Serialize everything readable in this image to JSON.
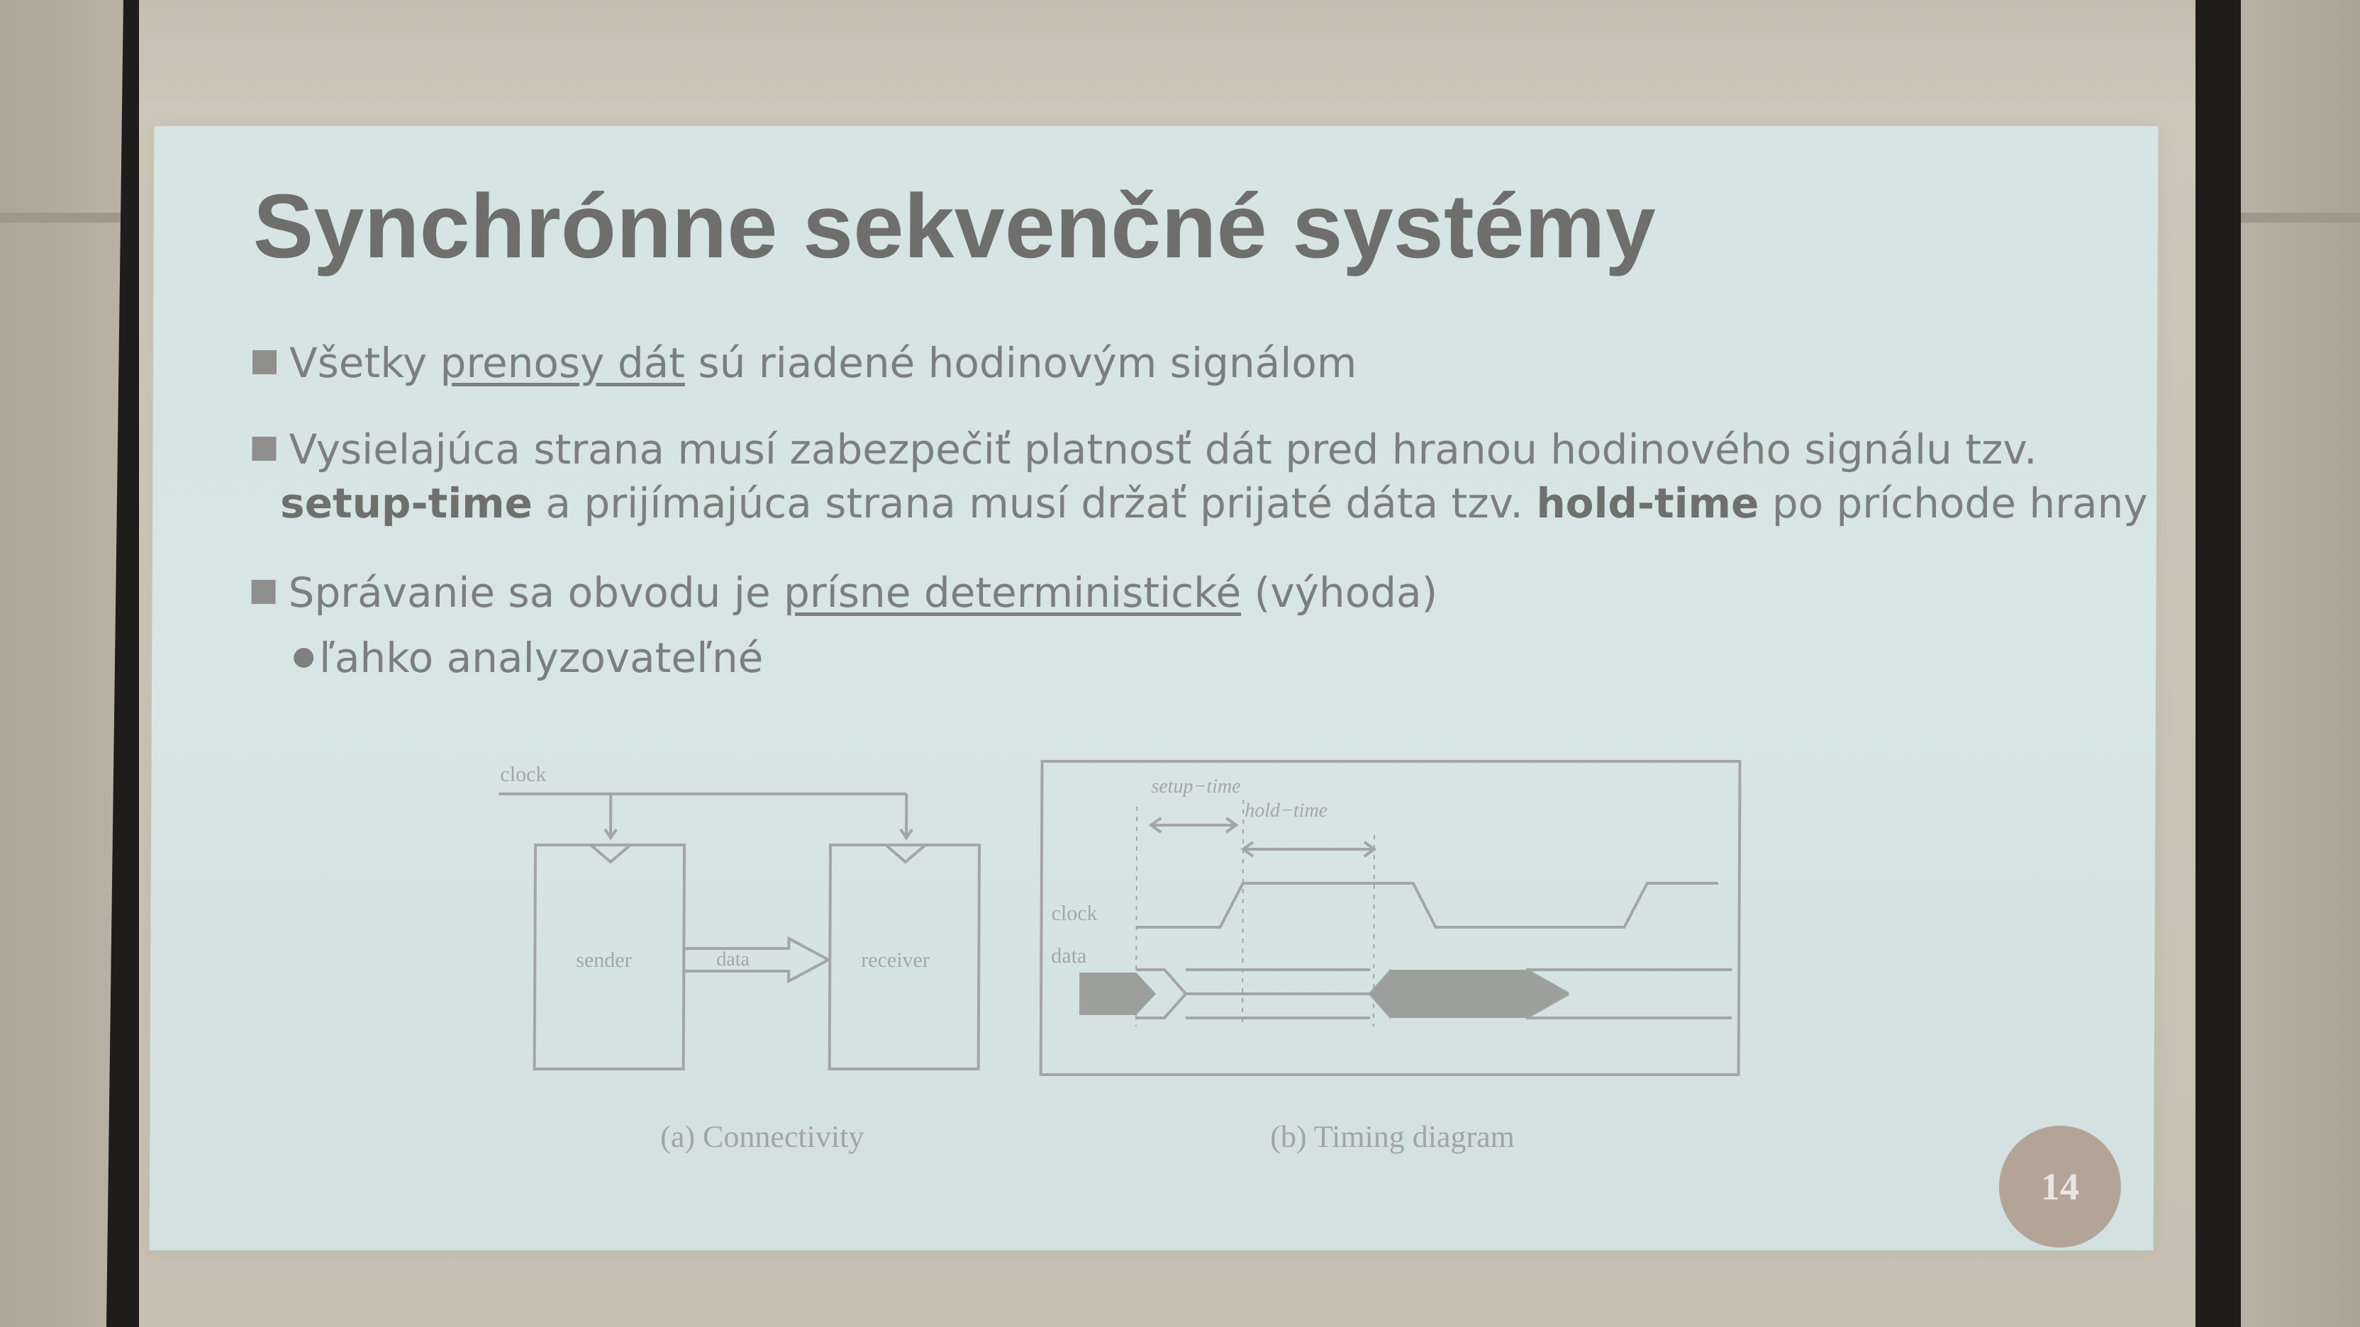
{
  "slide": {
    "title": "Synchrónne sekvenčné systémy",
    "bullets": [
      {
        "pre": "Všetky ",
        "underlined": "prenosy dát",
        "post": " sú riadené hodinovým signálom"
      },
      {
        "line1": "Vysielajúca strana musí zabezpečiť platnosť dát pred hranou hodinového signálu tzv.",
        "bold1": "setup-time",
        "mid": " a prijímajúca strana musí držať prijaté dáta tzv. ",
        "bold2": "hold-time",
        "end": " po príchode hrany"
      },
      {
        "pre": "Správanie sa obvodu je ",
        "underlined": "prísne deterministické",
        "post": " (výhoda)",
        "sub": "ľahko analyzovateľné"
      }
    ],
    "figure_a": {
      "clock_label": "clock",
      "sender_label": "sender",
      "data_label": "data",
      "receiver_label": "receiver",
      "caption": "(a) Connectivity"
    },
    "figure_b": {
      "setup_label": "setup−time",
      "hold_label": "hold−time",
      "clock_label": "clock",
      "data_label": "data",
      "caption": "(b) Timing diagram"
    },
    "page_number": "14"
  },
  "colors": {
    "slide_background": "#d6e4e3",
    "title_text": "#6e6e6c",
    "body_text": "#7c7f7d",
    "badge": "#b4a498"
  }
}
